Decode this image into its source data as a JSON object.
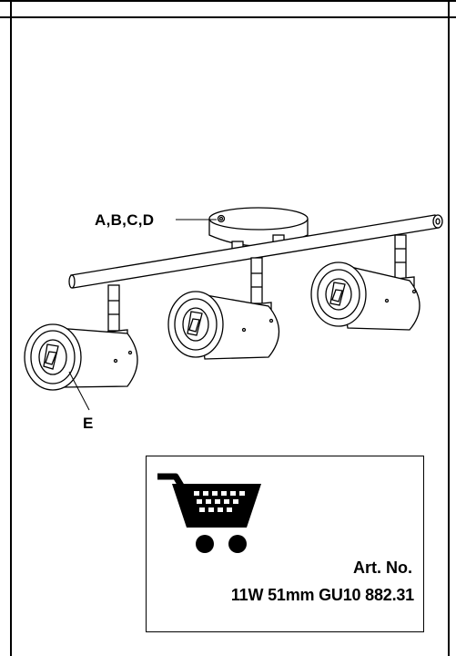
{
  "callouts": {
    "parts_label": "A,B,C,D",
    "shade_label": "E"
  },
  "info_box": {
    "icon": "shopping-cart-icon",
    "article_label": "Art. No.",
    "spec_line": "11W 51mm GU10  882.31"
  },
  "colors": {
    "line": "#000000",
    "background": "#ffffff"
  }
}
